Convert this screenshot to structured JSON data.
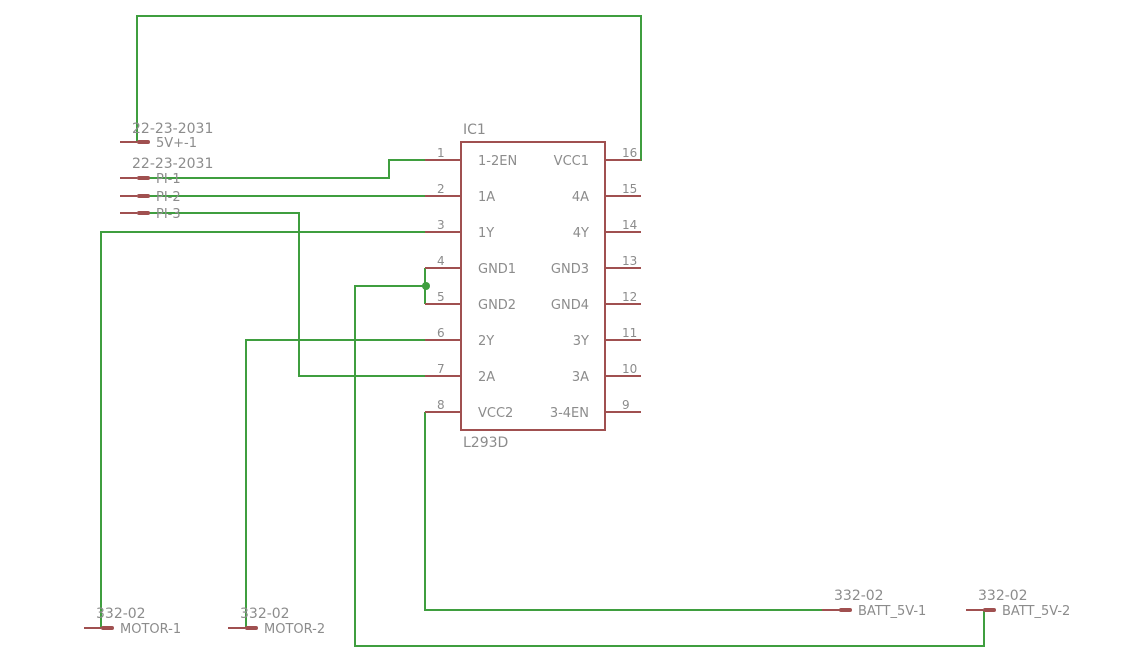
{
  "ic": {
    "name": "IC1",
    "value": "L293D",
    "left_pins": [
      {
        "num": "1",
        "name": "1-2EN"
      },
      {
        "num": "2",
        "name": "1A"
      },
      {
        "num": "3",
        "name": "1Y"
      },
      {
        "num": "4",
        "name": "GND1"
      },
      {
        "num": "5",
        "name": "GND2"
      },
      {
        "num": "6",
        "name": "2Y"
      },
      {
        "num": "7",
        "name": "2A"
      },
      {
        "num": "8",
        "name": "VCC2"
      }
    ],
    "right_pins": [
      {
        "num": "16",
        "name": "VCC1"
      },
      {
        "num": "15",
        "name": "4A"
      },
      {
        "num": "14",
        "name": "4Y"
      },
      {
        "num": "13",
        "name": "GND3"
      },
      {
        "num": "12",
        "name": "GND4"
      },
      {
        "num": "11",
        "name": "3Y"
      },
      {
        "num": "10",
        "name": "3A"
      },
      {
        "num": "9",
        "name": "3-4EN"
      }
    ]
  },
  "connectors": {
    "header1_value": "22-23-2031",
    "header1_pin": "5V+-1",
    "header2_value": "22-23-2031",
    "header2_pins": [
      "PI-1",
      "PI-2",
      "PI-3"
    ],
    "motor1_value": "332-02",
    "motor1_pin": "MOTOR-1",
    "motor2_value": "332-02",
    "motor2_pin": "MOTOR-2",
    "batt1_value": "332-02",
    "batt1_pin": "BATT_5V-1",
    "batt2_value": "332-02",
    "batt2_pin": "BATT_5V-2"
  },
  "colors": {
    "wire": "#3f9e3f",
    "part": "#a05050",
    "text": "#8c8c8c"
  }
}
